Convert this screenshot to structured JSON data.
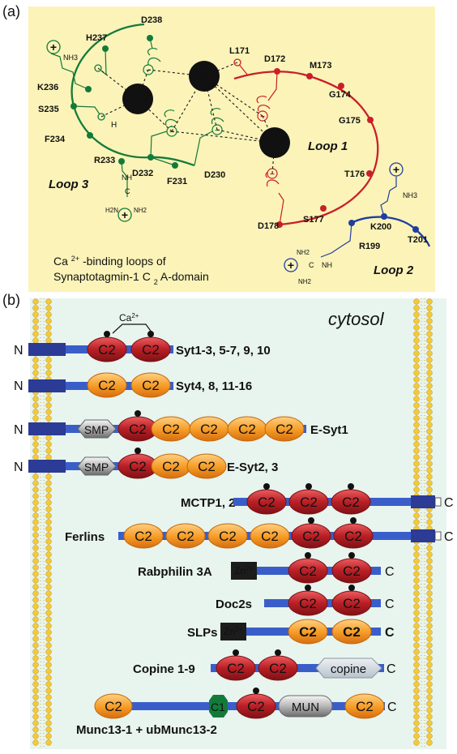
{
  "panel_a": {
    "letter": "(a)",
    "ca_label": "Ca",
    "ca_charge": "2+",
    "residues": {
      "d238": "D238",
      "h237": "H237",
      "k236": "K236",
      "s235": "S235",
      "f234": "F234",
      "r233": "R233",
      "d232": "D232",
      "f231": "F231",
      "d230": "D230",
      "l171": "L171",
      "d172": "D172",
      "m173": "M173",
      "g174": "G174",
      "g175": "G175",
      "t176": "T176",
      "s177": "S177",
      "d178": "D178",
      "k200": "K200",
      "t201": "T201",
      "r199": "R199"
    },
    "chem": {
      "nh3": "NH3",
      "nh": "NH",
      "c": "C",
      "h2n": "H2N",
      "nh2": "NH2",
      "h": "H"
    },
    "loops": {
      "loop1": "Loop 1",
      "loop2": "Loop 2",
      "loop3": "Loop 3"
    },
    "caption_line1_prefix": "Ca",
    "caption_line1_sup": "2+",
    "caption_line1_suffix": "-binding loops of",
    "caption_line2_prefix": "Synaptotagmin-1 C",
    "caption_line2_sub": "2",
    "caption_line2_suffix": "A-domain"
  },
  "panel_b": {
    "letter": "(b)",
    "cytosol": "cytosol",
    "n": "N",
    "c": "C",
    "c2": "C2",
    "smp": "SMP",
    "copine": "copine",
    "c1": "C1",
    "mun": "MUN",
    "zn": "Zn",
    "zn_charge": "2+",
    "ca_label": "Ca",
    "ca_charge": "2+",
    "proteins": {
      "syt1": "Syt1-3, 5-7, 9, 10",
      "syt4": "Syt4, 8, 11-16",
      "esyt1": "E-Syt1",
      "esyt2": "E-Syt2, 3",
      "mctp": "MCTP1, 2",
      "ferlins": "Ferlins",
      "rabphilin": "Rabphilin 3A",
      "doc2": "Doc2s",
      "slps": "SLPs",
      "copine19": "Copine 1-9",
      "munc13": "Munc13-1 + ubMunc13-2"
    }
  },
  "colors": {
    "panel_a_bg": "#fbf3b8",
    "panel_b_bg": "#e8f4ee",
    "green": "#137b3a",
    "red": "#c91f28",
    "blue": "#1f3f9f",
    "c2_red": "#b91f24",
    "c2_orange": "#f59a24",
    "domain_blue": "#3a5ec9",
    "membrane_yellow": "#f4ca37"
  }
}
